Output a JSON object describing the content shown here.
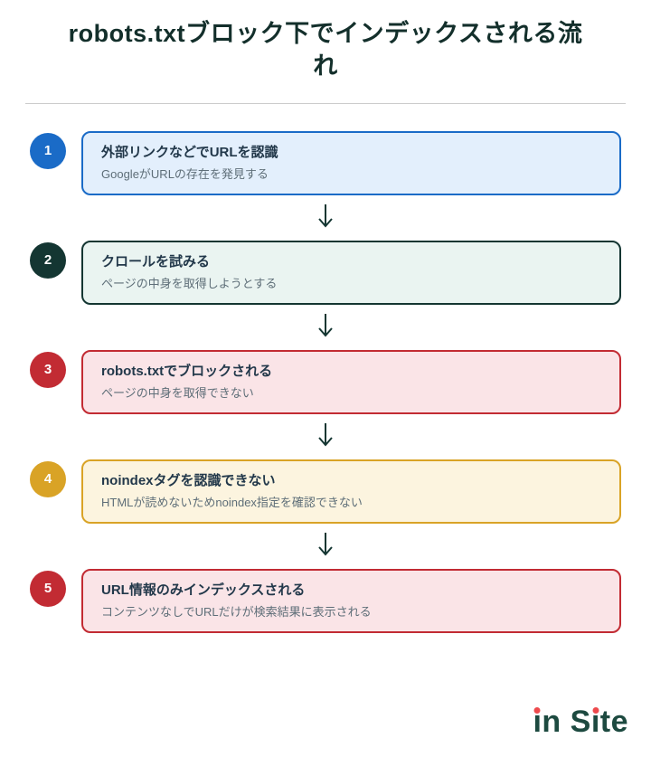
{
  "title": "robots.txtブロック下でインデックスされる流れ",
  "colors": {
    "title_text": "#132f2b",
    "heading_text": "#22384a",
    "description_text": "#5e6e78",
    "divider": "#cccccc",
    "arrow": "#143632",
    "badge_number": "#ffffff"
  },
  "steps": [
    {
      "number": "1",
      "heading": "外部リンクなどでURLを認識",
      "description": "GoogleがURLの存在を発見する",
      "accent": "#1a6bc7",
      "bg": "#e3effc"
    },
    {
      "number": "2",
      "heading": "クロールを試みる",
      "description": "ページの中身を取得しようとする",
      "accent": "#143632",
      "bg": "#eaf4f1"
    },
    {
      "number": "3",
      "heading": "robots.txtでブロックされる",
      "description": "ページの中身を取得できない",
      "accent": "#c22b33",
      "bg": "#fae4e7"
    },
    {
      "number": "4",
      "heading": "noindexタグを認識できない",
      "description": "HTMLが読めないためnoindex指定を確認できない",
      "accent": "#d9a326",
      "bg": "#fcf4df"
    },
    {
      "number": "5",
      "heading": "URL情報のみインデックスされる",
      "description": "コンテンツなしでURLだけが検索結果に表示される",
      "accent": "#c22b33",
      "bg": "#fae4e7"
    }
  ],
  "logo": {
    "text": "in Site",
    "color": "#1d4a40",
    "dot_color": "#ee4a4d",
    "parts": [
      {
        "t": "ı",
        "dot": true
      },
      {
        "t": "n",
        "dot": false
      },
      {
        "t": " ",
        "dot": false
      },
      {
        "t": "S",
        "dot": false
      },
      {
        "t": "ı",
        "dot": true
      },
      {
        "t": "te",
        "dot": false
      }
    ]
  }
}
